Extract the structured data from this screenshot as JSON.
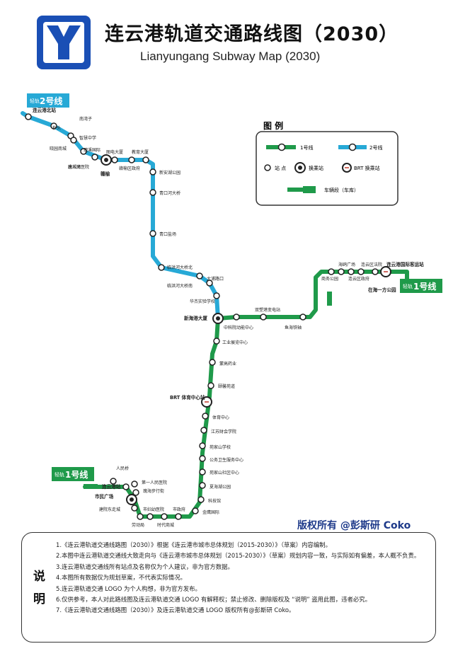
{
  "header": {
    "title_cn": "连云港轨道交通路线图（2030）",
    "title_en": "Lianyungang Subway Map    (2030)"
  },
  "colors": {
    "line1": "#1f9a4a",
    "line2": "#27a9d6",
    "logo": "#1a4fb5",
    "brt": "#c0392b",
    "line_text": "#ffffff"
  },
  "legend": {
    "title": "图 例",
    "line1": "1号线",
    "line2": "2号线",
    "station": "站 点",
    "transfer": "换乘站",
    "brt_transfer": "BRT 换乘站",
    "depot": "车辆段（车库）"
  },
  "lines": {
    "line2_light": "轻轨",
    "line2_name": "2号线",
    "line1_west_light": "轻轨",
    "line1_west_name": "1号线",
    "line1_east_light": "轻轨",
    "line1_east_name": "1号线"
  },
  "stations": {
    "s01": "连云港北站",
    "s02": "南湾子",
    "s03": "朴头",
    "s04": "智慧中学",
    "s05": "晓园南城",
    "s06": "瑰城湾",
    "s07": "瑰溪国际",
    "s08": "图电大厦",
    "s09": "教育大厦",
    "s10": "唐人民医院",
    "s11": "赣榆区政府",
    "s12": "赣榆",
    "s13": "新安湖公园",
    "s14": "青口河大桥",
    "s15": "青口盐场",
    "s16": "临洪河大桥北",
    "s17": "临洪河大桥南",
    "s18": "大浦路口",
    "s19": "华杰实验学校",
    "s20": "新海港大厦",
    "s21": "中科院动能中心",
    "s22": "双塑港变电站",
    "s23": "鱼海铁轴",
    "s24": "海鸥广场",
    "s25": "连云区法院",
    "s26": "连云港国际客运站",
    "s27": "商务公园",
    "s28": "连云区政府",
    "s29": "在海一方公园",
    "s30": "工业展览中心",
    "s31": "蒙高药业",
    "s32": "颐馨苑道",
    "s33": "BRT 体育中心站",
    "s34": "体育中心",
    "s35": "江苏财会学院",
    "s36": "苑家山学校",
    "s37": "公务卫生服务中心",
    "s38": "苑家山社区中心",
    "s39": "夏海湖公园",
    "s40": "科技馆",
    "s41": "金鹰国际",
    "s42": "市政府",
    "s43": "时代商城",
    "s44": "市妇幼医院",
    "s45": "劳动局",
    "s46": "建院东走城",
    "s47": "市民广场",
    "s48": "连云港站",
    "s49": "人民桥",
    "s50": "第一人民医院",
    "s51": "瑰海步行街"
  },
  "copyright": "版权所有 @彭斯研 Coko",
  "notes": {
    "label": "说明",
    "items": [
      "1.《连云港轨道交通线路图（2030）》根据《连云港市城市总体规划（2015-2030）》（草案）内容编制。",
      "2.本图中连云港轨道交通线大致走向与《连云港市城市总体规划（2015-2030）》（草案）规划内容一致，与实际如有偏差，本人概不负责。",
      "3.连云港轨道交通线所有站点及名称仅为个人建议，非为官方数据。",
      "4.本图所有数据仅为规划草案，不代表实际情况。",
      "5.连云港轨道交通 LOGO 为个人构想，非为官方发布。",
      "6.仅供参考，本人对此路线图及连云港轨道交通 LOGO 有解释权；禁止修改、删除版权及 “说明” 盗用此图，违者必究。",
      "7.《连云港轨道交通线路图（2030）》及连云港轨道交通 LOGO 版权所有@彭斯研 Coko。"
    ]
  }
}
